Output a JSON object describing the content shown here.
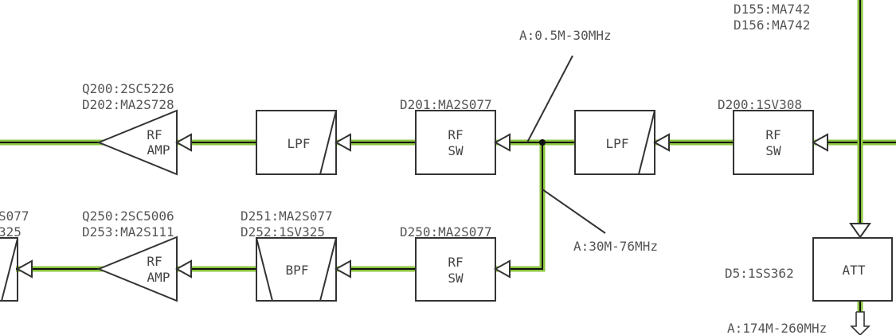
{
  "colors": {
    "signal_path": "#8dc63f",
    "line": "#111111",
    "text": "#555555"
  },
  "components": {
    "rf_amp_upper": {
      "refs": [
        "Q200:2SC5226",
        "D202:MA2S728"
      ],
      "line1": "RF",
      "line2": "AMP"
    },
    "lpf_upper_left": {
      "label": "LPF"
    },
    "rf_sw_upper_left": {
      "refs": [
        "D201:MA2S077"
      ],
      "line1": "RF",
      "line2": "SW"
    },
    "lpf_upper_right": {
      "label": "LPF"
    },
    "rf_sw_upper_right": {
      "refs": [
        "D200:1SV308"
      ],
      "line1": "RF",
      "line2": "SW"
    },
    "rf_amp_lower": {
      "refs": [
        "Q250:2SC5006",
        "D253:MA2S111"
      ],
      "line1": "RF",
      "line2": "AMP"
    },
    "bpf_lower": {
      "refs": [
        "D251:MA2S077",
        "D252:1SV325"
      ],
      "label": "BPF"
    },
    "rf_sw_lower": {
      "refs": [
        "D250:MA2S077"
      ],
      "line1": "RF",
      "line2": "SW"
    },
    "att": {
      "refs": [
        "D5:1SS362"
      ],
      "label": "ATT"
    },
    "partial_left": {
      "refs": [
        "S077",
        "325"
      ]
    },
    "top_right_refs": [
      "D155:MA742",
      "D156:MA742"
    ]
  },
  "annotations": {
    "band_a": "A:0.5M-30MHz",
    "band_b": "A:30M-76MHz",
    "band_c": "A:174M-260MHz"
  }
}
